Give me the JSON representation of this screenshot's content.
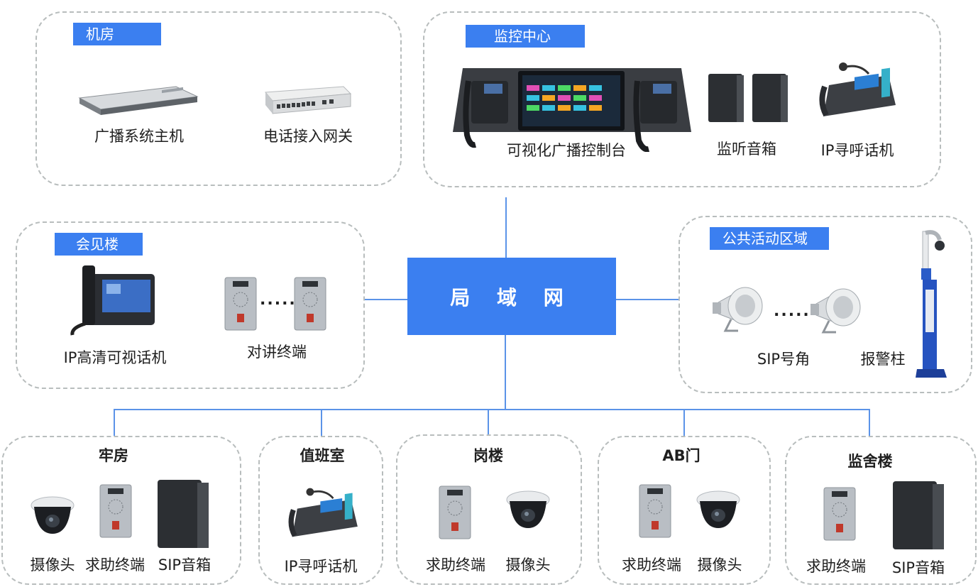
{
  "network": {
    "label": "局 域 网"
  },
  "zones": {
    "server_room": {
      "title": "机房",
      "devices": [
        "广播系统主机",
        "电话接入网关"
      ]
    },
    "monitor_center": {
      "title": "监控中心",
      "devices": [
        "可视化广播控制台",
        "监听音箱",
        "IP寻呼话机"
      ]
    },
    "meeting_building": {
      "title": "会见楼",
      "devices": [
        "IP高清可视话机",
        "对讲终端"
      ],
      "ellipsis": "....."
    },
    "public_area": {
      "title": "公共活动区域",
      "devices": [
        "SIP号角",
        "报警柱"
      ],
      "ellipsis": "....."
    },
    "cell": {
      "title": "牢房",
      "devices": [
        "摄像头",
        "求助终端",
        "SIP音箱"
      ]
    },
    "duty_room": {
      "title": "值班室",
      "devices": [
        "IP寻呼话机"
      ]
    },
    "watchtower": {
      "title": "岗楼",
      "devices": [
        "求助终端",
        "摄像头"
      ]
    },
    "ab_gate": {
      "title": "AB门",
      "devices": [
        "求助终端",
        "摄像头"
      ]
    },
    "dorm": {
      "title": "监舍楼",
      "devices": [
        "求助终端",
        "SIP音箱"
      ]
    }
  },
  "colors": {
    "accent": "#3b7ff0",
    "line": "#5b93e8",
    "border": "#b8bdbd"
  }
}
